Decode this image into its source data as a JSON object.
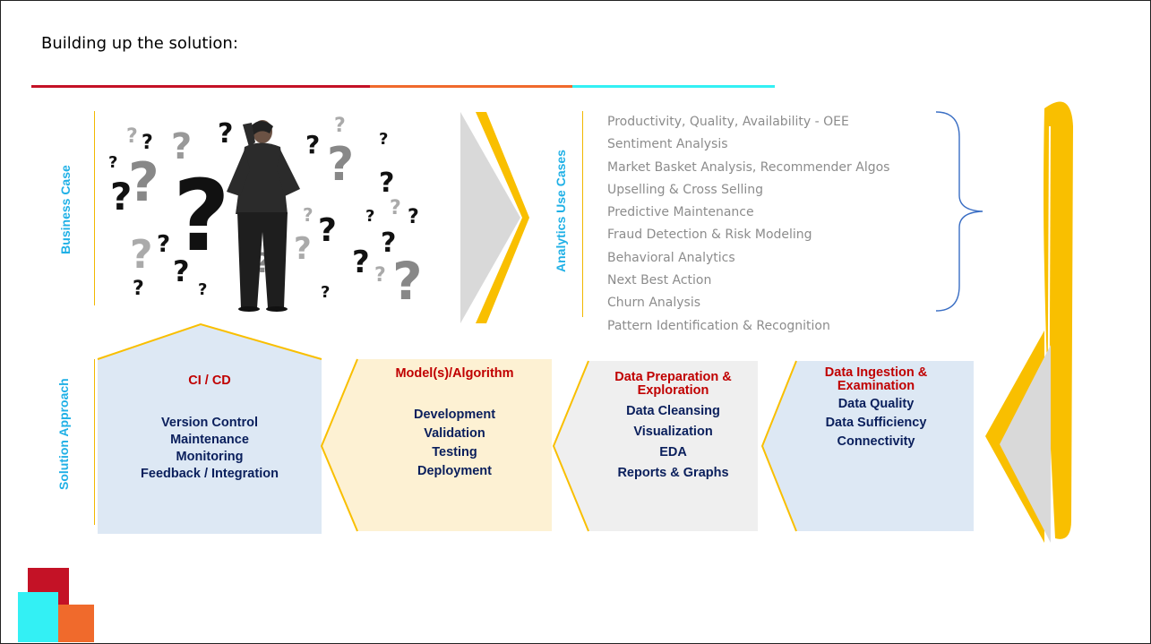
{
  "title": "Building up the solution:",
  "labels": {
    "business_case": "Business Case",
    "analytics_use_cases": "Analytics Use Cases",
    "solution_approach": "Solution Approach"
  },
  "use_cases": [
    "Productivity, Quality, Availability - OEE",
    "Sentiment Analysis",
    "Market Basket Analysis, Recommender Algos",
    "Upselling & Cross Selling",
    "Predictive Maintenance",
    "Fraud Detection & Risk Modeling",
    "Behavioral Analytics",
    "Next Best Action",
    "Churn Analysis",
    "Pattern Identification & Recognition"
  ],
  "steps": {
    "cicd": {
      "title": "CI / CD",
      "items": [
        "Version Control",
        "Maintenance",
        "Monitoring",
        "Feedback / Integration"
      ]
    },
    "model": {
      "title": "Model(s)/Algorithm",
      "items": [
        "Development",
        "Validation",
        "Testing",
        "Deployment"
      ]
    },
    "prep": {
      "title_line1": "Data Preparation &",
      "title_line2": "Exploration",
      "items": [
        "Data Cleansing",
        "Visualization",
        "EDA",
        "Reports & Graphs"
      ]
    },
    "ingest": {
      "title_line1": "Data Ingestion &",
      "title_line2": "Examination",
      "items": [
        "Data Quality",
        "Data Sufficiency",
        "Connectivity"
      ]
    }
  },
  "image": {
    "question_mark": "?"
  },
  "colors": {
    "accent_blue": "#1fb0e6",
    "accent_yellow": "#f9bf00",
    "dark_red": "#c00000",
    "navy": "#0a1f5c",
    "cyan": "#33f0f4",
    "orange": "#f06a2c",
    "box_blue": "#dde8f4",
    "box_cream": "#fdf1d3",
    "box_grey": "#efefef"
  }
}
